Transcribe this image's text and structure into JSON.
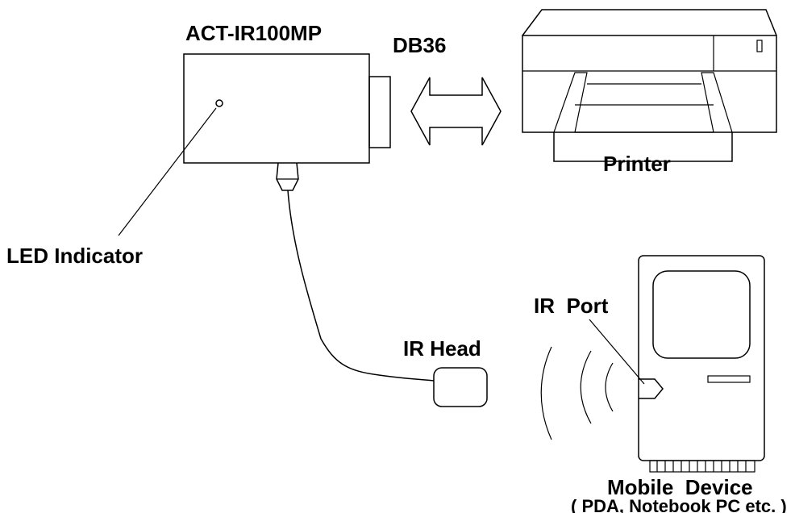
{
  "labels": {
    "adapter": "ACT-IR100MP",
    "connector": "DB36",
    "printer": "Printer",
    "led": "LED Indicator",
    "ir_port": "IR  Port",
    "ir_head": "IR Head",
    "mobile_device": "Mobile  Device",
    "mobile_examples": "( PDA, Notebook PC etc. )"
  },
  "colors": {
    "stroke": "#000000",
    "background": "#ffffff"
  }
}
